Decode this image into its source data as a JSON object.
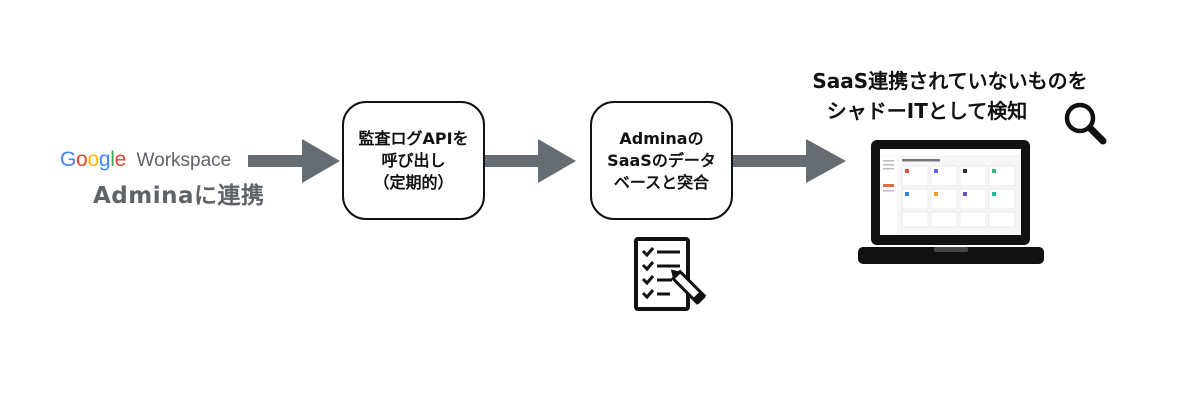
{
  "source": {
    "logo_google": "Google",
    "logo_workspace": "Workspace",
    "subtitle": "Adminaに連携"
  },
  "steps": [
    {
      "lines": [
        "監査ログAPIを",
        "呼び出し",
        "（定期的）"
      ]
    },
    {
      "lines": [
        "Adminaの",
        "SaaSのデータ",
        "ベースと突合"
      ]
    }
  ],
  "result": {
    "lines": [
      "SaaS連携されていないものを",
      "シャドーITとして検知"
    ]
  },
  "colors": {
    "arrow": "#656c72",
    "google_blue": "#4285F4",
    "google_red": "#EA4335",
    "google_yellow": "#FBBC05",
    "google_green": "#34A853"
  },
  "icons": [
    "checklist-icon",
    "search-icon",
    "laptop-icon"
  ]
}
